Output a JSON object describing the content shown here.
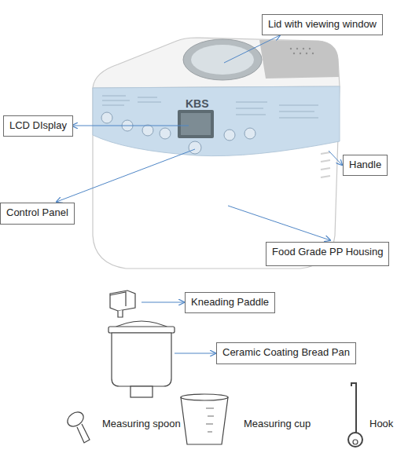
{
  "diagram": {
    "nodes": [
      {
        "text": [
          "Lid with viewing window"
        ]
      },
      {
        "text": [
          "LCD DIsplay"
        ]
      },
      {
        "text": [
          "Handle"
        ]
      },
      {
        "text": [
          "Control Panel"
        ]
      },
      {
        "text": [
          "Food Grade PP Housing"
        ]
      },
      {
        "text": [
          "Kneading Paddle"
        ]
      },
      {
        "text": [
          "Ceramic Coating Bread Pan"
        ]
      }
    ],
    "labels": [
      "KBS",
      "Measuring spoon",
      "Measuring cup",
      "Hook"
    ]
  }
}
